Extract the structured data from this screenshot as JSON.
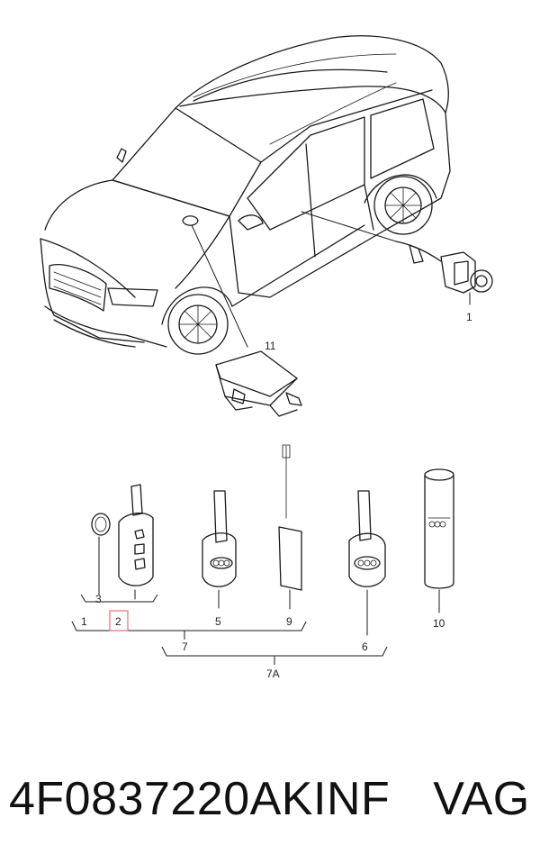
{
  "diagram": {
    "callouts": {
      "c1_vehicle": "1",
      "c11": "11",
      "c3": "3",
      "c2": "2",
      "c1": "1",
      "c5": "5",
      "c9": "9",
      "c7": "7",
      "c6": "6",
      "c10": "10",
      "c7a": "7A"
    },
    "highlight_color": "#e0707a"
  },
  "caption": {
    "part_number": "4F0837220AKINF",
    "supplier": "VAG"
  }
}
